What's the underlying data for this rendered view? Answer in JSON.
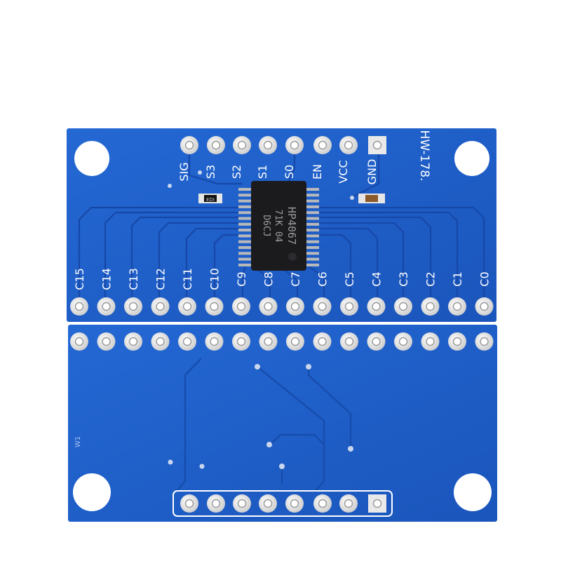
{
  "top_board": {
    "model": "HW-178.",
    "chip": {
      "line1": "HP4067",
      "line2": "71K 04",
      "line3": "D6CJ"
    },
    "resistor_label": "EDI",
    "header_labels": [
      "SIG",
      "S3",
      "S2",
      "S1",
      "S0",
      "EN",
      "VCC",
      "GND"
    ],
    "channel_labels": [
      "C15",
      "C14",
      "C13",
      "C12",
      "C11",
      "C10",
      "C9",
      "C8",
      "C7",
      "C6",
      "C5",
      "C4",
      "C3",
      "C2",
      "C1",
      "C0"
    ]
  },
  "bottom_board": {
    "mark": "W1"
  },
  "colors": {
    "pcb": "#1e5fc8",
    "pcb_edge": "#1852b0",
    "trace": "#1a54b4",
    "pad": "#e9e9e9",
    "chip": "#1b1b1e",
    "silkscreen": "#ffffff"
  }
}
